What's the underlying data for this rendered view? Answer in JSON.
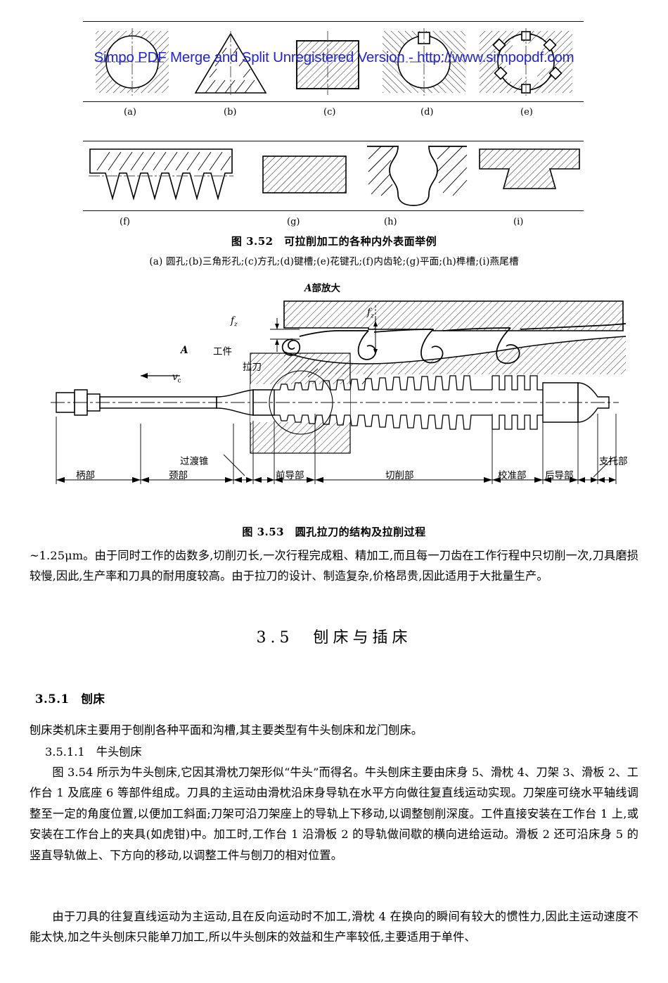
{
  "watermark": {
    "text": "Simpo PDF Merge and Split Unregistered Version - http://www.simpopdf.com",
    "color": "#2222dd"
  },
  "figure_352": {
    "sub_labels_row1": [
      "(a)",
      "(b)",
      "(c)",
      "(d)",
      "(e)"
    ],
    "sub_labels_row2": [
      "(f)",
      "(g)",
      "(h)",
      "(i)"
    ],
    "caption_title": "图 3.52　可拉削加工的各种内外表面举例",
    "caption_sub": "(a) 圆孔;(b)三角形孔;(c)方孔;(d)键槽;(e)花键孔;(f)内齿轮;(g)平面;(h)榫槽;(i)燕尾槽"
  },
  "figure_353": {
    "detail_title": "A部放大",
    "label_fz_left": "f",
    "label_fz_left_sub": "z",
    "label_fz_right": "f",
    "label_fz_right_sub": "z",
    "label_A": "A",
    "label_workpiece": "工件",
    "label_broach": "拉刀",
    "label_vc": "v",
    "label_vc_sub": "c",
    "part_labels": [
      "柄部",
      "过渡锥",
      "颈部",
      "前导部",
      "切削部",
      "校准部",
      "后导部",
      "支托部"
    ],
    "caption_title": "图 3.53　圆孔拉刀的结构及拉削过程"
  },
  "body": {
    "para_1": "~1.25μm。由于同时工作的齿数多,切削刃长,一次行程完成粗、精加工,而且每一刀齿在工作行程中只切削一次,刀具磨损较慢,因此,生产率和刀具的耐用度较高。由于拉刀的设计、制造复杂,价格昂贵,因此适用于大批量生产。",
    "section_title": "3.5　刨床与插床",
    "subsection_title": "3.5.1　刨床",
    "para_2": "刨床类机床主要用于刨削各种平面和沟槽,其主要类型有牛头刨床和龙门刨床。",
    "subsubsection_title": "3.5.1.1　牛头刨床",
    "para_3": "图 3.54 所示为牛头刨床,它因其滑枕刀架形似“牛头”而得名。牛头刨床主要由床身 5、滑枕 4、刀架 3、滑板 2、工作台 1 及底座 6 等部件组成。刀具的主运动由滑枕沿床身导轨在水平方向做往复直线运动实现。刀架座可绕水平轴线调整至一定的角度位置,以便加工斜面;刀架可沿刀架座上的导轨上下移动,以调整刨削深度。工件直接安装在工作台 1 上,或安装在工作台上的夹具(如虎钳)中。加工时,工作台 1 沿滑板 2 的导轨做间歇的横向进给运动。滑板 2 还可沿床身 5 的竖直导轨做上、下方向的移动,以调整工件与刨刀的相对位置。",
    "para_4": "由于刀具的往复直线运动为主运动,且在反向运动时不加工,滑枕 4 在换向的瞬间有较大的惯性力,因此主运动速度不能太快,加之牛头刨床只能单刀加工,所以牛头刨床的效益和生产率较低,主要适用于单件、"
  }
}
